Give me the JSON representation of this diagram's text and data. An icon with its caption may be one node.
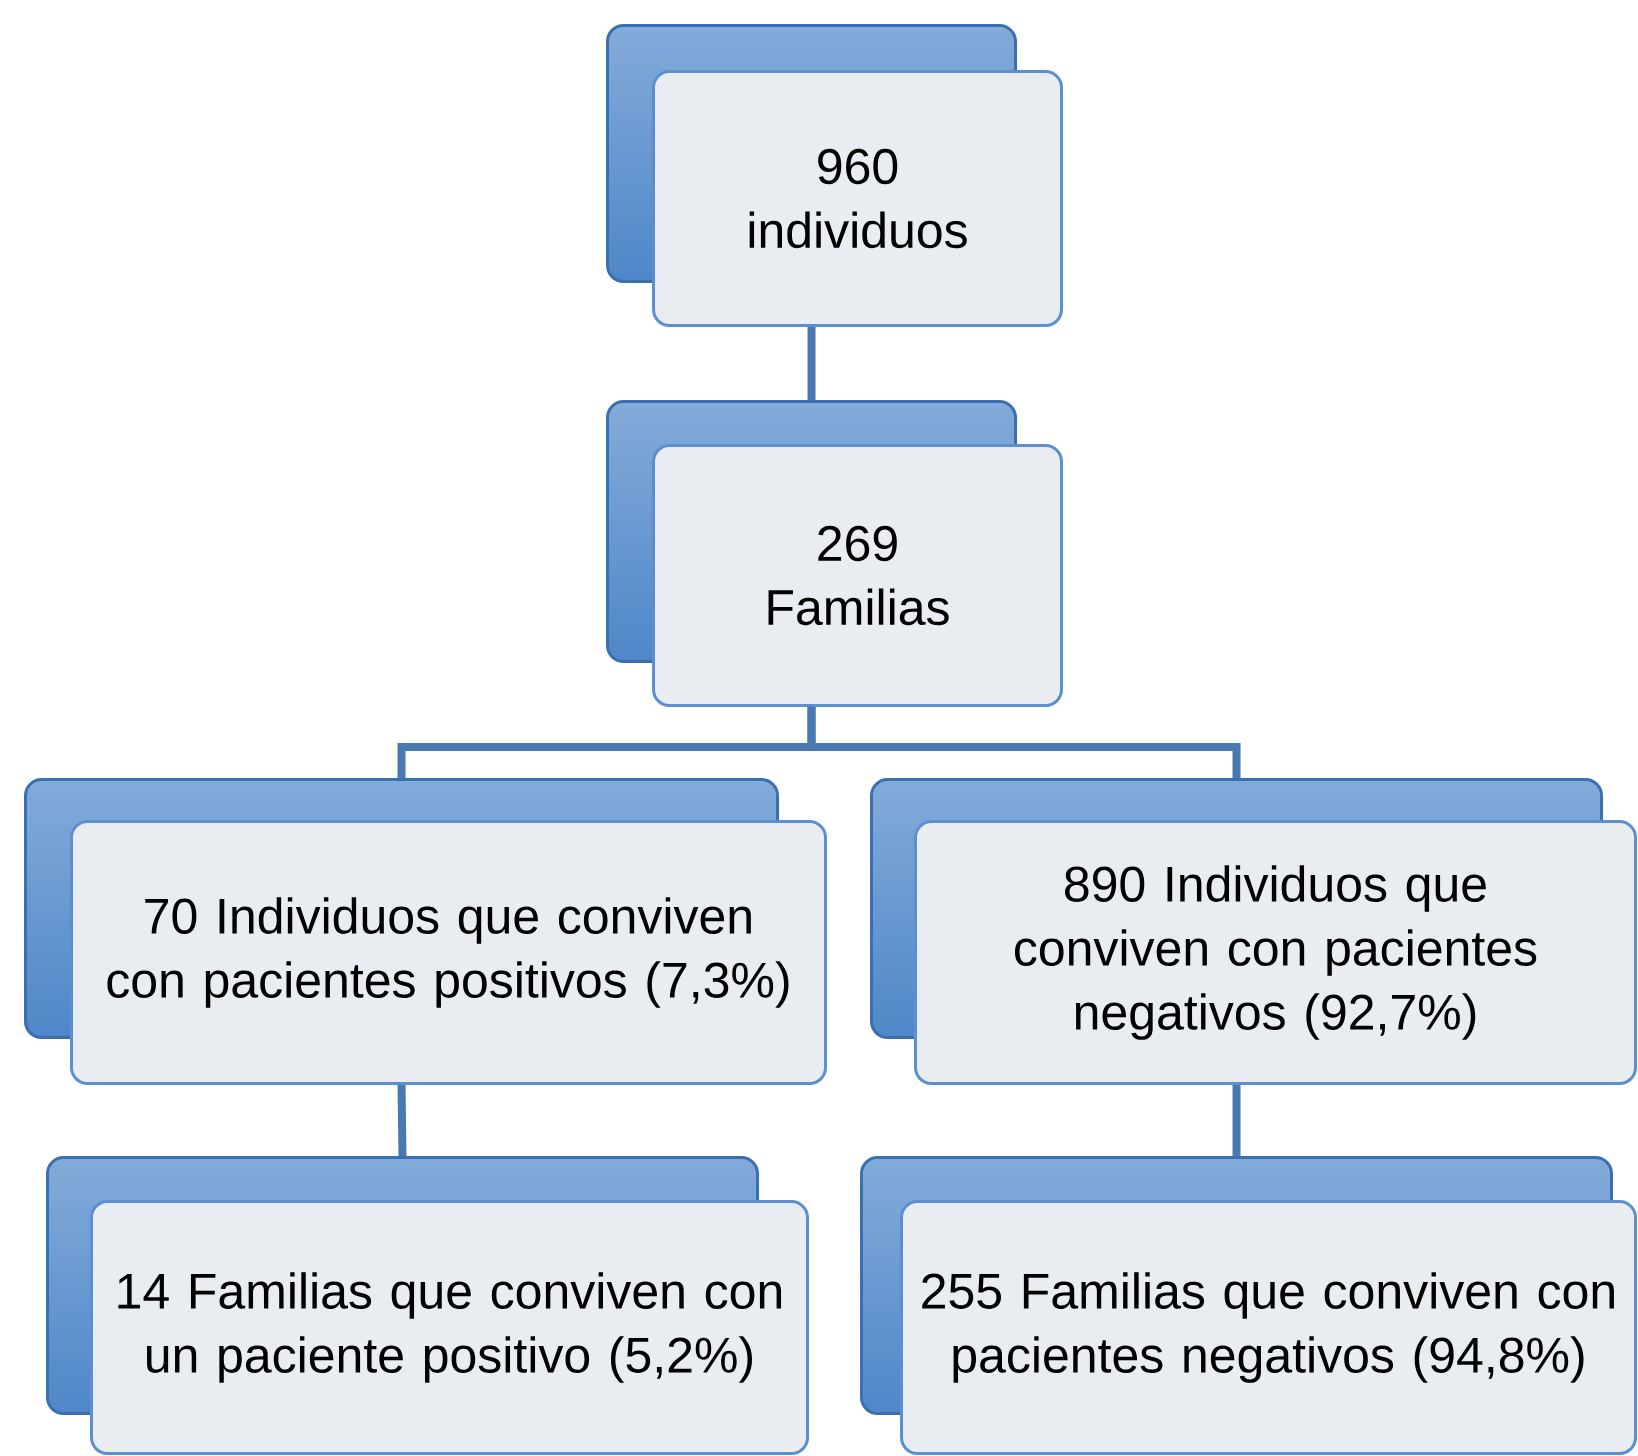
{
  "diagram": {
    "nodes": [
      {
        "text": [
          "960 individuos"
        ]
      },
      {
        "text": [
          "269 Familias"
        ]
      },
      {
        "text": [
          "70 Individuos que conviven con pacientes positivos (7,3%)"
        ]
      },
      {
        "text": [
          "890 Individuos que conviven con pacientes negativos (92,7%)"
        ]
      },
      {
        "text": [
          "14 Familias que conviven con un paciente positivo (5,2%)"
        ]
      },
      {
        "text": [
          "255 Familias que conviven con pacientes negativos (94,8%)"
        ]
      }
    ],
    "edges": [
      {
        "from": 0,
        "to": 1,
        "arrow": "none"
      },
      {
        "from": 1,
        "to": 2,
        "arrow": "none"
      },
      {
        "from": 1,
        "to": 3,
        "arrow": "none"
      },
      {
        "from": 2,
        "to": 4,
        "arrow": "none"
      },
      {
        "from": 3,
        "to": 5,
        "arrow": "none"
      }
    ]
  }
}
